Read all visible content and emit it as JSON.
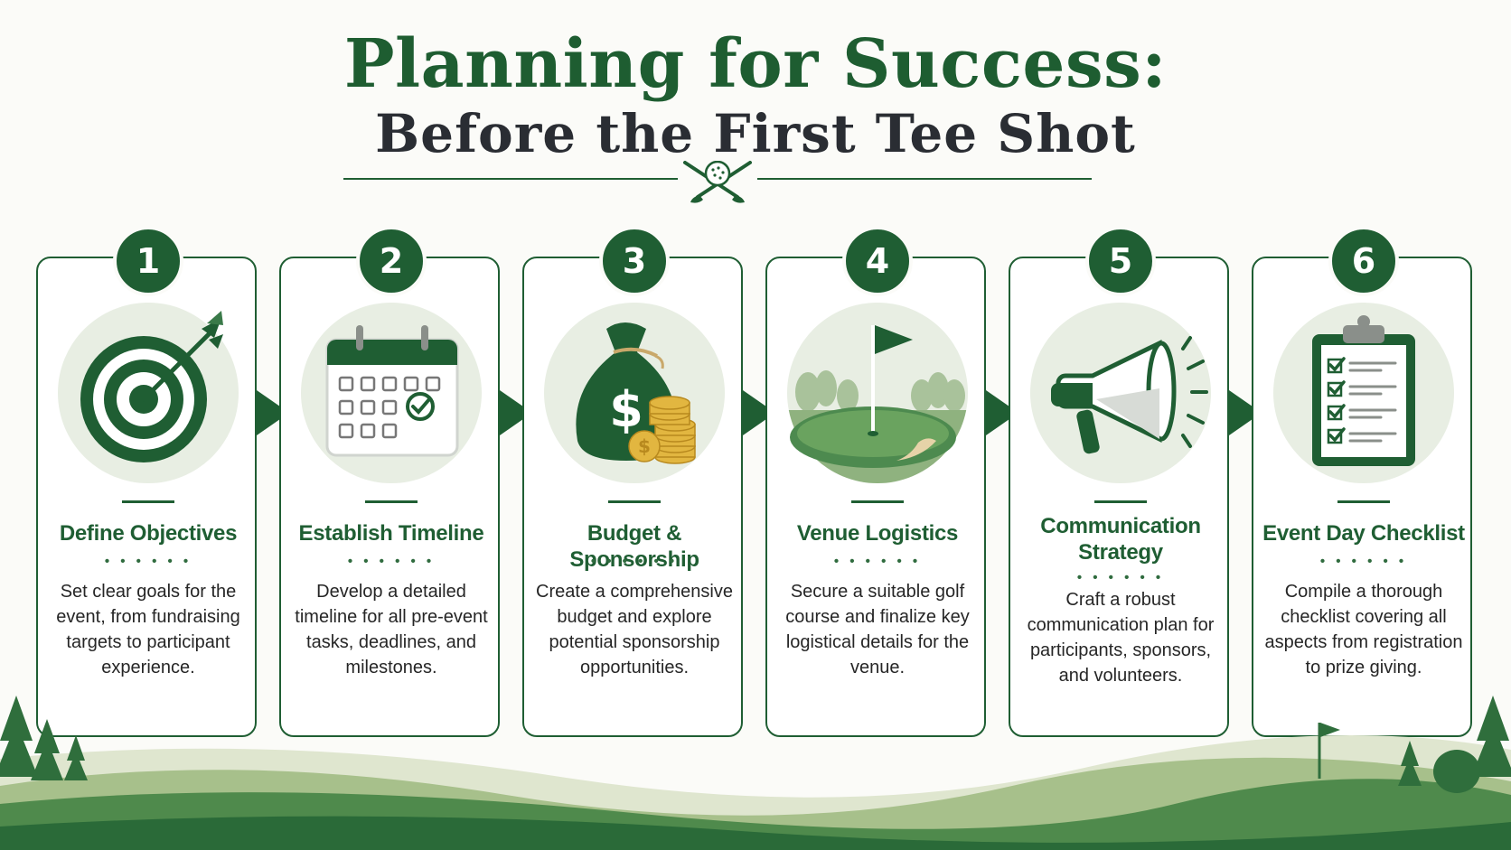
{
  "header": {
    "title": "Planning for Success:",
    "subtitle": "Before the First Tee Shot",
    "emblem_icon": "crossed-golf-clubs-with-ball-icon"
  },
  "colors": {
    "primary_green": "#1f5e33",
    "light_green": "#e8eee3",
    "gold": "#e2b640",
    "text_dark": "#262626",
    "subtitle_dark": "#2a2d33"
  },
  "steps": [
    {
      "number": "1",
      "title": "Define Objectives",
      "description": "Set clear goals for the event, from fundraising targets to participant experience.",
      "icon": "target-arrow-icon"
    },
    {
      "number": "2",
      "title": "Establish Timeline",
      "description": "Develop a detailed timeline for all pre-event tasks, deadlines, and milestones.",
      "icon": "calendar-check-icon"
    },
    {
      "number": "3",
      "title": "Budget & Sponsorship",
      "description": "Create a comprehensive budget and explore potential sponsorship opportunities.",
      "icon": "money-bag-coins-icon"
    },
    {
      "number": "4",
      "title": "Venue Logistics",
      "description": "Secure a suitable golf course and finalize key logistical details for the venue.",
      "icon": "golf-flag-green-icon"
    },
    {
      "number": "5",
      "title": "Communication Strategy",
      "description": "Craft a robust communication plan for participants, sponsors, and volunteers.",
      "icon": "megaphone-icon"
    },
    {
      "number": "6",
      "title": "Event Day Checklist",
      "description": "Compile a thorough checklist covering all aspects from registration to prize giving.",
      "icon": "clipboard-checklist-icon"
    }
  ],
  "dots_glyph": "• • • • • •"
}
